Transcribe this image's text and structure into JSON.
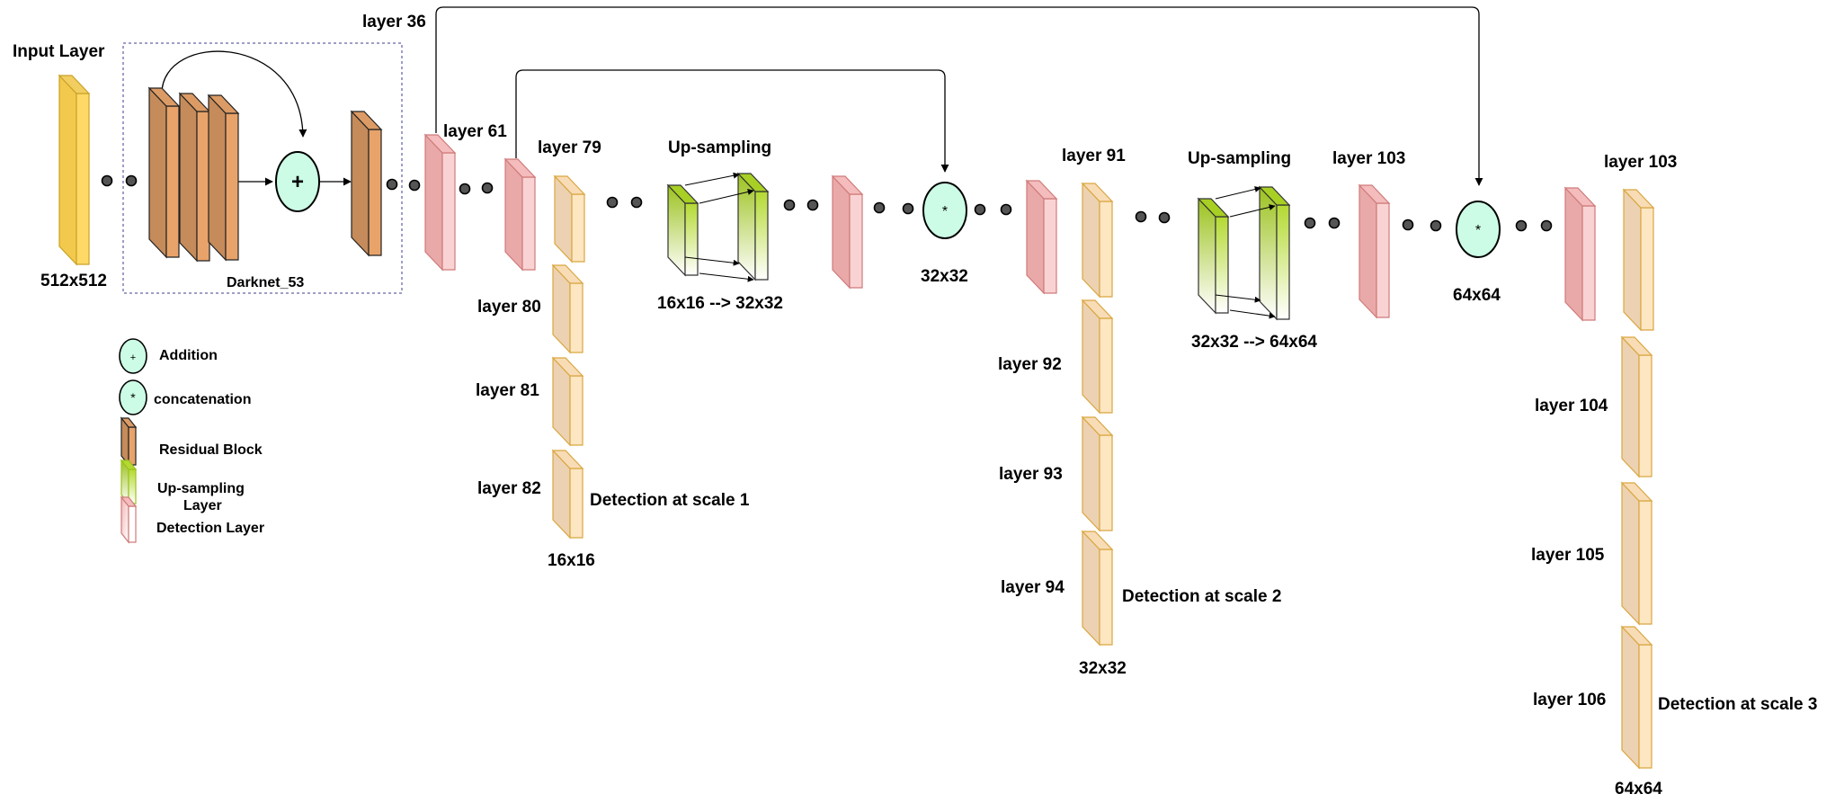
{
  "colors": {
    "input_layer": "#ffd966",
    "residual_block": "#e8a36a",
    "detection_layer": "#f6c8c8",
    "conv_layer": "#fde6c2",
    "upsampling_layer": "#b4d932",
    "operation_node": "#ccfce6",
    "darknet_box": "#3e3e8e"
  },
  "icons": [
    "plus-icon",
    "asterisk-icon",
    "residual-block-icon",
    "up-sampling-icon",
    "detection-layer-icon"
  ],
  "labels": {
    "input_layer": "Input Layer",
    "input_size": "512x512",
    "darknet": "Darknet_53",
    "layer_36": "layer 36",
    "layer_61": "layer 61",
    "layer_79": "layer 79",
    "layer_80": "layer 80",
    "layer_81": "layer 81",
    "layer_82": "layer 82",
    "detection_1": "Detection at scale 1",
    "size_16": "16x16",
    "upsampling_1": "Up-sampling",
    "upsampling_1_dims": "16x16 --> 32x32",
    "concat_1_size": "32x32",
    "layer_91": "layer 91",
    "layer_92": "layer 92",
    "layer_93": "layer 93",
    "layer_94": "layer 94",
    "detection_2": "Detection at scale 2",
    "size_32": "32x32",
    "upsampling_2": "Up-sampling",
    "upsampling_2_dims": "32x32 --> 64x64",
    "layer_103a": "layer 103",
    "concat_2_size": "64x64",
    "layer_103b": "layer 103",
    "layer_104": "layer 104",
    "layer_105": "layer 105",
    "layer_106": "layer 106",
    "detection_3": "Detection at scale 3",
    "size_64": "64x64",
    "plus_symbol": "+",
    "star_symbol": "*"
  },
  "legend": {
    "addition": "Addition",
    "concatenation": "concatenation",
    "residual_block": "Residual Block",
    "upsampling_line1": "Up-sampling",
    "upsampling_line2": "Layer",
    "detection_layer": "Detection Layer",
    "plus_symbol": "+",
    "star_symbol": "*"
  }
}
